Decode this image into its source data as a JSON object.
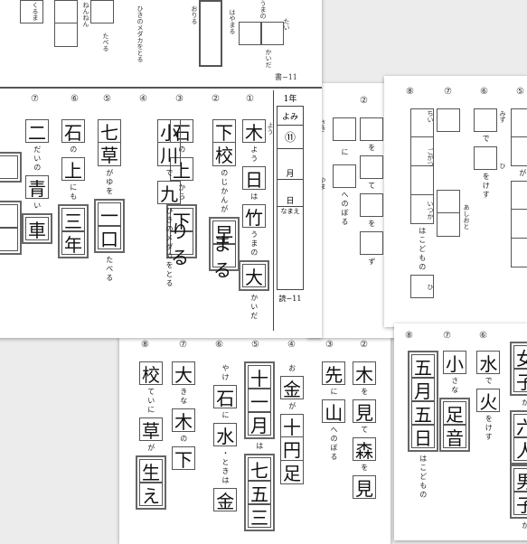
{
  "sheet_read": {
    "grade": "1年",
    "label_yomi": "よみ",
    "number": "⑪",
    "month": "月",
    "day": "日",
    "name_label": "なまえ",
    "code": "読−11",
    "code_top": "書−11",
    "nums": [
      "①",
      "②",
      "③",
      "④",
      "⑤",
      "⑥",
      "⑦"
    ],
    "q1": {
      "k1": "木",
      "r1": "よう",
      "k2": "日",
      "p2": "は",
      "k3": "竹",
      "r3": "うまの",
      "k4": "大",
      "r4": "かいだ"
    },
    "q2": {
      "k1": "下",
      "k2": "校",
      "p": "のじかんが",
      "k3": "早",
      "k4": "まる"
    },
    "q3": {
      "k1": "石",
      "p1": "の",
      "k2": "上",
      "p2": "から",
      "k3": "下",
      "k4": "りる"
    },
    "q4": {
      "k1": "小",
      "k2": "川",
      "p1": "で",
      "k3": "九",
      "p2": "ひきのメダカをとる"
    },
    "q5": {
      "k1": "七",
      "k2": "草",
      "p1": "がゆを",
      "k3": "一",
      "k4": "口",
      "p2": "たべる"
    },
    "q6": {
      "k1": "石",
      "p1": "の",
      "k2": "上",
      "p2": "にも",
      "k3": "三",
      "k4": "年"
    },
    "q7": {
      "k1": "二",
      "p1": "だいの",
      "k2": "青",
      "p2": "い",
      "k3": "車"
    },
    "top": {
      "t1": "たい",
      "t2": "うまの",
      "t3": "はやまる",
      "t4": "かいだ",
      "t5": "おりる",
      "t6": "ひきのメダカをとる",
      "t7": "たべる",
      "t8": "ねんねん",
      "t9": "くるま"
    }
  },
  "sheet_right": {
    "nums": [
      "⑧",
      "⑦",
      "⑥",
      "⑤"
    ],
    "q8": {
      "r1": "ちい",
      "r2": "ごがつ",
      "r3": "いつか",
      "p": "はこどもの",
      "r4": "ひ"
    },
    "q6": {
      "r1": "みず",
      "p1": "で",
      "r2": "ひ",
      "p2": "をけす"
    },
    "q7": {
      "r1": "あしおと"
    },
    "q5": {
      "p": "が"
    }
  },
  "sheet_mid": {
    "nums": [
      "②"
    ],
    "rubies": [
      "さき",
      "やま"
    ],
    "p1": "に",
    "p2": "へのぼる",
    "p3": "を",
    "p4": "て",
    "p5": "を",
    "p6": "ず"
  },
  "sheet_bottom": {
    "nums": [
      "⑧",
      "⑦",
      "⑥",
      "⑤",
      "④",
      "③",
      "②"
    ],
    "q8": {
      "k1": "校",
      "p1": "ていに",
      "k2": "草",
      "p2": "が",
      "k3": "生",
      "k4": "え"
    },
    "q7": {
      "k1": "大",
      "p1": "きな",
      "k2": "木",
      "p2": "の",
      "k3": "下"
    },
    "q6": {
      "p0": "やけ",
      "k1": "石",
      "p1": "に",
      "k2": "水",
      "p2": "・ときは",
      "k3": "金"
    },
    "q5": {
      "k1": "十",
      "k2": "一",
      "k3": "月",
      "p1": "は",
      "k4": "七",
      "k5": "五",
      "k6": "三"
    },
    "q4": {
      "p0": "お",
      "k1": "金",
      "p1": "が",
      "k2": "十",
      "k3": "円",
      "k4": "足"
    },
    "q3": {
      "k1": "先",
      "p1": "に",
      "k2": "山",
      "p2": "へのぼる"
    },
    "q2": {
      "k1": "木",
      "p1": "を",
      "k2": "見",
      "p2": "て",
      "k3": "森",
      "p3": "を",
      "k4": "見"
    }
  },
  "sheet_bottom_right": {
    "nums": [
      "⑧",
      "⑦",
      "⑥"
    ],
    "q8": {
      "k1": "五",
      "k2": "月",
      "k3": "五",
      "k4": "日",
      "p": "はこどもの"
    },
    "q7": {
      "k1": "小",
      "p1": "さな",
      "k2": "足",
      "k3": "音"
    },
    "q6": {
      "k1": "水",
      "p1": "で",
      "k2": "火",
      "p2": "をけす"
    },
    "q5": {
      "k1": "女",
      "k2": "子",
      "p1": "が",
      "k3": "六",
      "k4": "人",
      "k5": "男",
      "k6": "子",
      "p2": "が"
    }
  }
}
